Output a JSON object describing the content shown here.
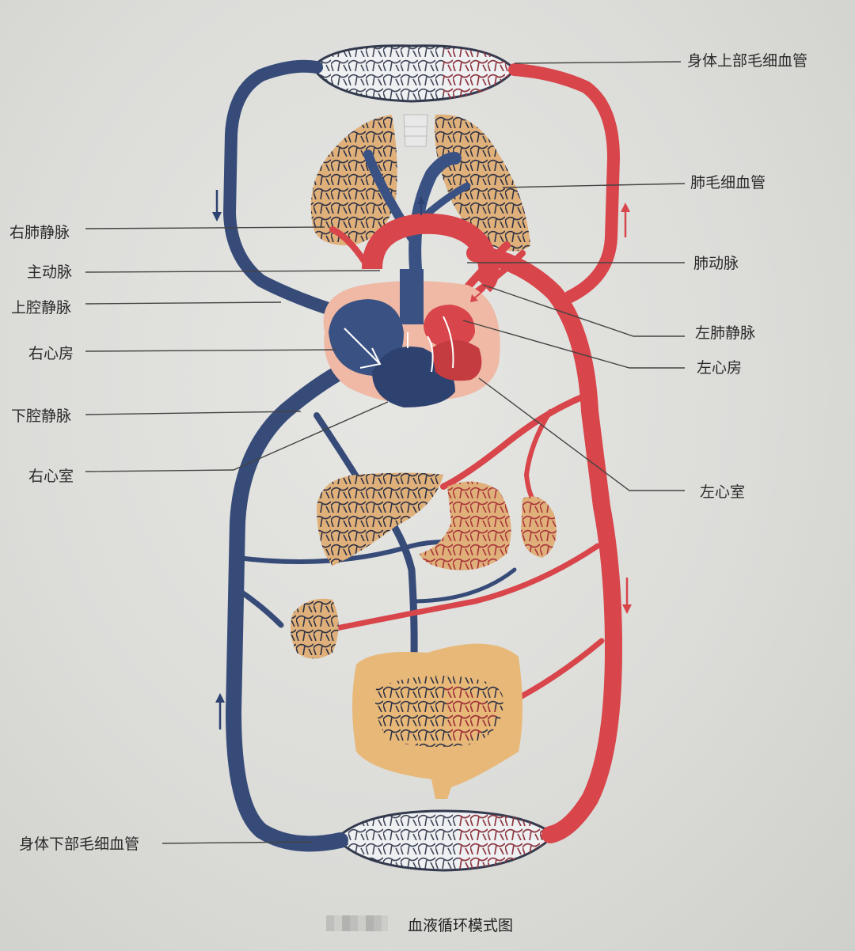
{
  "labels": {
    "upper_body_capillaries": "身体上部毛细血管",
    "lung_capillaries": "肺毛细血管",
    "right_pulmonary_vein": "右肺静脉",
    "pulmonary_artery": "肺动脉",
    "aorta": "主动脉",
    "superior_vena_cava": "上腔静脉",
    "left_pulmonary_vein": "左肺静脉",
    "right_atrium": "右心房",
    "left_atrium": "左心房",
    "inferior_vena_cava": "下腔静脉",
    "right_ventricle": "右心室",
    "left_ventricle": "左心室",
    "lower_body_capillaries": "身体下部毛细血管"
  },
  "caption": "血液循环模式图",
  "colors": {
    "vein": "#3e5580",
    "artery": "#d9464a",
    "organ": "#e0b07a",
    "heart_bg": "#eeb8a4",
    "background": "#dcdcd9"
  }
}
